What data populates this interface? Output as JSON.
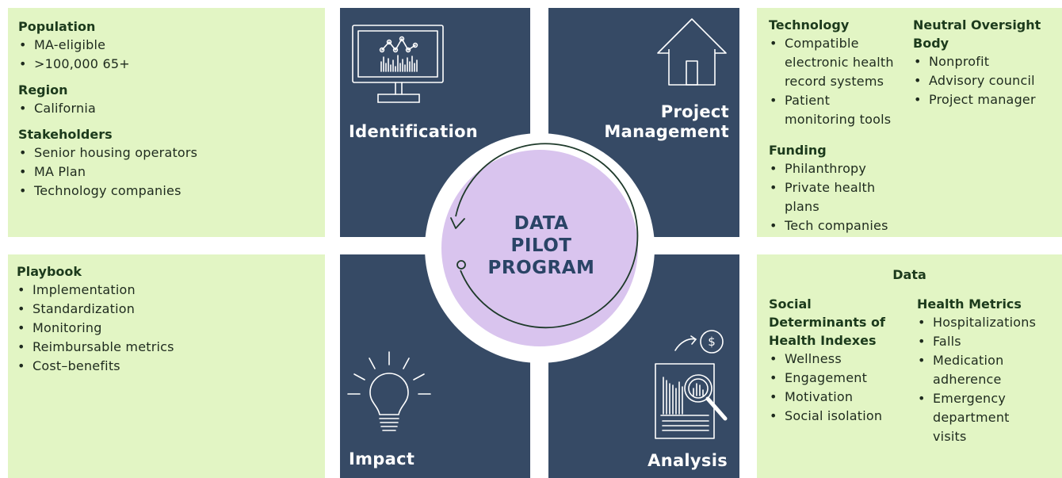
{
  "center": {
    "lines": [
      "DATA",
      "PILOT",
      "PROGRAM"
    ]
  },
  "quadrants": {
    "identification": "Identification",
    "project_management": [
      "Project",
      "Management"
    ],
    "impact": "Impact",
    "analysis": "Analysis"
  },
  "left_top": {
    "population": {
      "title": "Population",
      "items": [
        "MA-eligible",
        ">100,000 65+"
      ]
    },
    "region": {
      "title": "Region",
      "items": [
        "California"
      ]
    },
    "stakeholders": {
      "title": "Stakeholders",
      "items": [
        "Senior housing operators",
        "MA Plan",
        "Technology companies"
      ]
    }
  },
  "left_bottom": {
    "playbook": {
      "title": "Playbook",
      "items": [
        "Implementation",
        "Standardization",
        "Monitoring",
        "Reimbursable metrics",
        "Cost–benefits"
      ]
    }
  },
  "right_top": {
    "technology": {
      "title": "Technology",
      "items": [
        [
          "Compatible",
          "electronic health",
          "record systems"
        ],
        [
          "Patient",
          "monitoring tools"
        ]
      ]
    },
    "oversight": {
      "title": [
        "Neutral Oversight",
        "Body"
      ],
      "items": [
        "Nonprofit",
        "Advisory council",
        "Project manager"
      ]
    },
    "funding": {
      "title": "Funding",
      "items": [
        [
          "Philanthropy"
        ],
        [
          "Private health",
          "plans"
        ],
        [
          "Tech companies"
        ]
      ]
    }
  },
  "right_bottom": {
    "title": "Data",
    "sdoh": {
      "title": [
        "Social",
        "Determinants of",
        "Health Indexes"
      ],
      "items": [
        "Wellness",
        "Engagement",
        "Motivation",
        "Social isolation"
      ]
    },
    "health": {
      "title": "Health Metrics",
      "items": [
        [
          "Hospitalizations"
        ],
        [
          "Falls"
        ],
        [
          "Medication",
          "adherence"
        ],
        [
          "Emergency",
          "department",
          "visits"
        ]
      ]
    }
  },
  "icons": {
    "monitor": "monitor-chart-icon",
    "house": "house-icon",
    "bulb": "lightbulb-icon",
    "report": "report-magnifier-icon",
    "dollar": "$"
  },
  "colors": {
    "quadrant": "#364a65",
    "panel": "#e2f5c4",
    "center_fill": "#d9c4ee",
    "heading": "#1c3a1c",
    "cycle_arrow": "#1e3a2a"
  }
}
